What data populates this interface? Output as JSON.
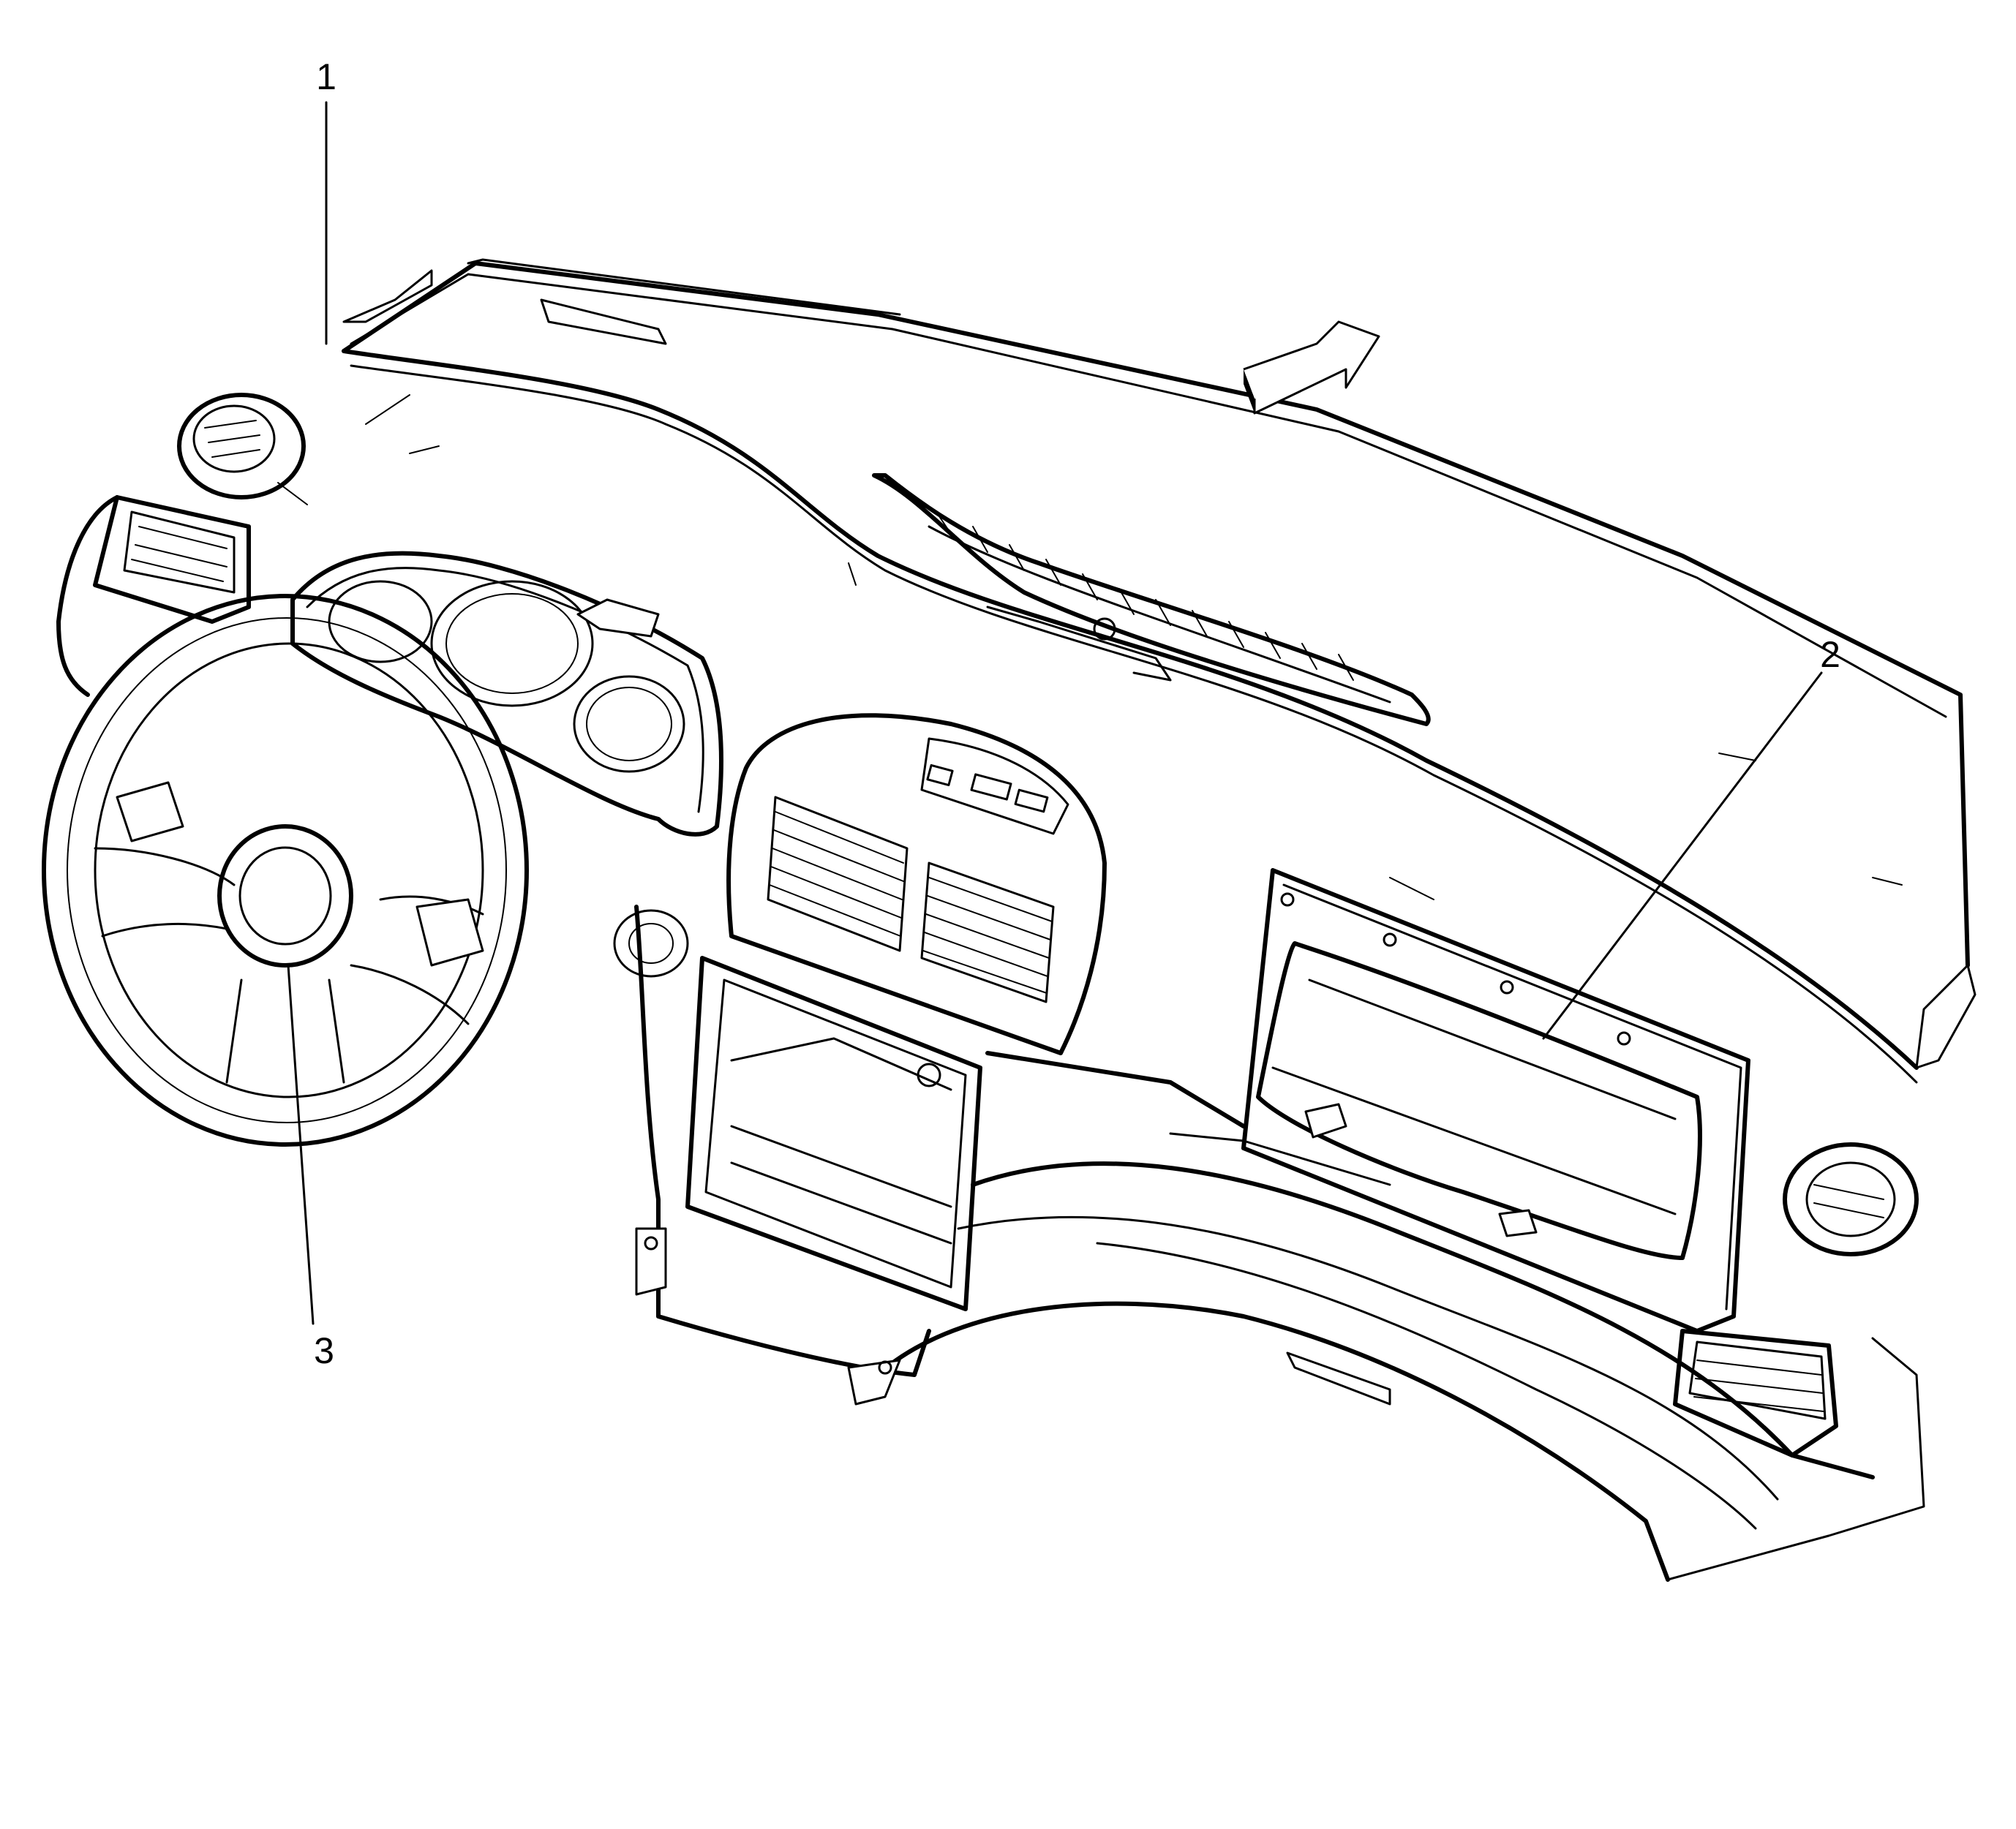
{
  "callouts": [
    {
      "id": "1",
      "label": "1"
    },
    {
      "id": "2",
      "label": "2"
    },
    {
      "id": "3",
      "label": "3"
    }
  ],
  "orientation_arrow": {
    "icon": "forward-direction-arrow-icon"
  },
  "colors": {
    "line": "#000000",
    "background": "#ffffff"
  }
}
